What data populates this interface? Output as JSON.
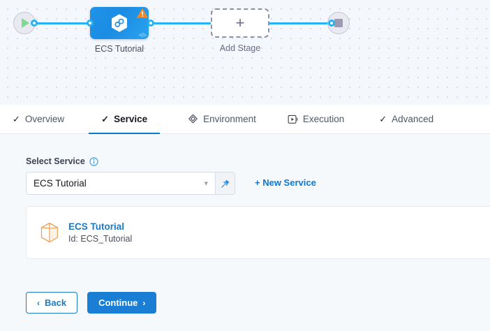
{
  "pipeline": {
    "start_node": {
      "icon": "play-icon"
    },
    "end_node": {
      "icon": "stop-icon"
    },
    "stage": {
      "label": "ECS Tutorial",
      "icon": "service-hexagon-icon",
      "warning_icon": "warning-triangle-icon",
      "code_icon": "code-glyph-icon"
    },
    "add_stage": {
      "label": "Add Stage",
      "icon": "plus-icon"
    }
  },
  "tabs": [
    {
      "label": "Overview",
      "icon": "check-icon",
      "active": false
    },
    {
      "label": "Service",
      "icon": "check-icon",
      "active": true
    },
    {
      "label": "Environment",
      "icon": "layers-icon",
      "active": false
    },
    {
      "label": "Execution",
      "icon": "play-box-icon",
      "active": false
    },
    {
      "label": "Advanced",
      "icon": "check-icon",
      "active": false
    }
  ],
  "form": {
    "select_service_label": "Select Service",
    "info_icon": "info-icon",
    "service_value": "ECS Tutorial",
    "service_placeholder": "Select Service",
    "chevron_icon": "chevron-down-icon",
    "pin_icon": "pin-icon",
    "new_service_label": "+ New Service"
  },
  "service_card": {
    "icon": "cube-hexagon-icon",
    "title": "ECS Tutorial",
    "id_text": "Id: ECS_Tutorial"
  },
  "footer": {
    "back_label": "Back",
    "back_chevron": "‹",
    "continue_label": "Continue",
    "continue_chevron": "›"
  },
  "colors": {
    "accent_blue": "#1a7fd4",
    "link_blue": "#1d79c4",
    "connector_blue": "#26b2f5",
    "warning_orange": "#f0882a",
    "start_green": "#7ed994",
    "canvas_bg": "#f4f8fd",
    "panel_bg": "#f6f9fc"
  }
}
